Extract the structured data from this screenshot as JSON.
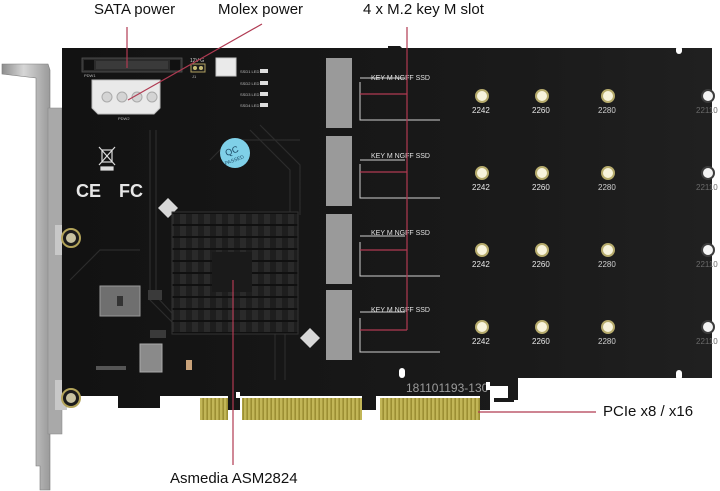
{
  "callouts": {
    "sata_power": "SATA power",
    "molex_power": "Molex power",
    "m2_slots": "4 x M.2 key M slot",
    "pcie": "PCIe x8 / x16",
    "controller": "Asmedia ASM2824"
  },
  "board": {
    "serial": "181101193-130",
    "qc_sticker": {
      "line1": "QC",
      "line2": "PASSED"
    },
    "cert_marks": {
      "ce": "CE",
      "fcc": "FC"
    },
    "connector_labels": {
      "sata": "PDW1",
      "molex": "PDW2",
      "jumper": "12V G",
      "jumper_ref": "J1"
    },
    "slot_label": "KEY M NGFF SSD",
    "slot_count": 4,
    "mount_sizes": [
      "2242",
      "2260",
      "2280",
      "22110"
    ],
    "mount_rows": 4
  },
  "colors": {
    "pcb": "#141414",
    "bracket": "#b9b9b9",
    "gold": "#a89a3c",
    "callout_line": "#b03a52",
    "standoff": "#d8cf9a",
    "qc": "#7fd0e8"
  }
}
